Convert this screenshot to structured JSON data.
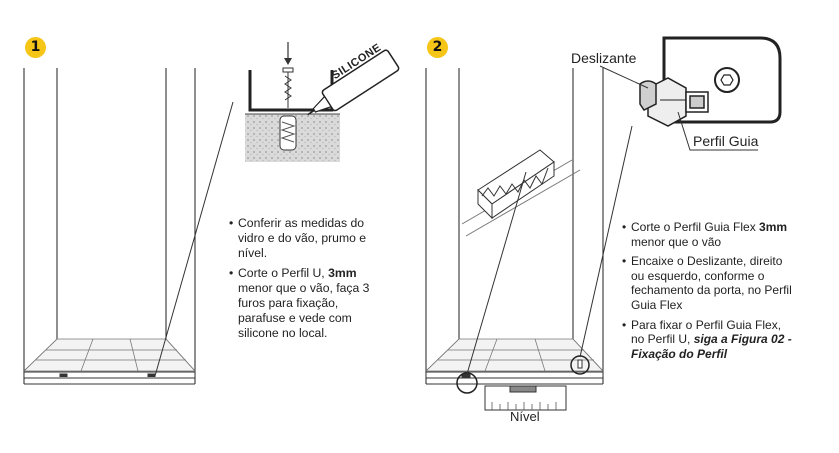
{
  "steps": [
    {
      "number": "1",
      "silicone_label": "SILICONE",
      "bullets": [
        {
          "text": "Conferir as medidas do vidro e do vão, prumo e nível."
        },
        {
          "pre": "Corte o Perfil U, ",
          "bold": "3mm",
          "post": " menor que o vão, faça 3 furos para fixação, parafuse e vede com silicone no local."
        }
      ]
    },
    {
      "number": "2",
      "labels": {
        "deslizante": "Deslizante",
        "perfil_guia": "Perfil Guia",
        "nivel": "Nível"
      },
      "bullets": [
        {
          "pre": "Corte o Perfil Guia Flex ",
          "bold": "3mm",
          "post": " menor que o vão"
        },
        {
          "text": "Encaixe o Deslizante, direito ou esquerdo, conforme o fechamento da porta, no Perfil Guia Flex"
        },
        {
          "pre": "Para fixar o Perfil Guia Flex, no Perfil U, ",
          "bold_italic": "siga a Figura 02 - Fixação do Perfil"
        }
      ]
    }
  ],
  "colors": {
    "badge": "#f5c518",
    "line": "#2b2b2b",
    "floor": "#e8e8e8",
    "concrete": "#d9d9d9"
  }
}
